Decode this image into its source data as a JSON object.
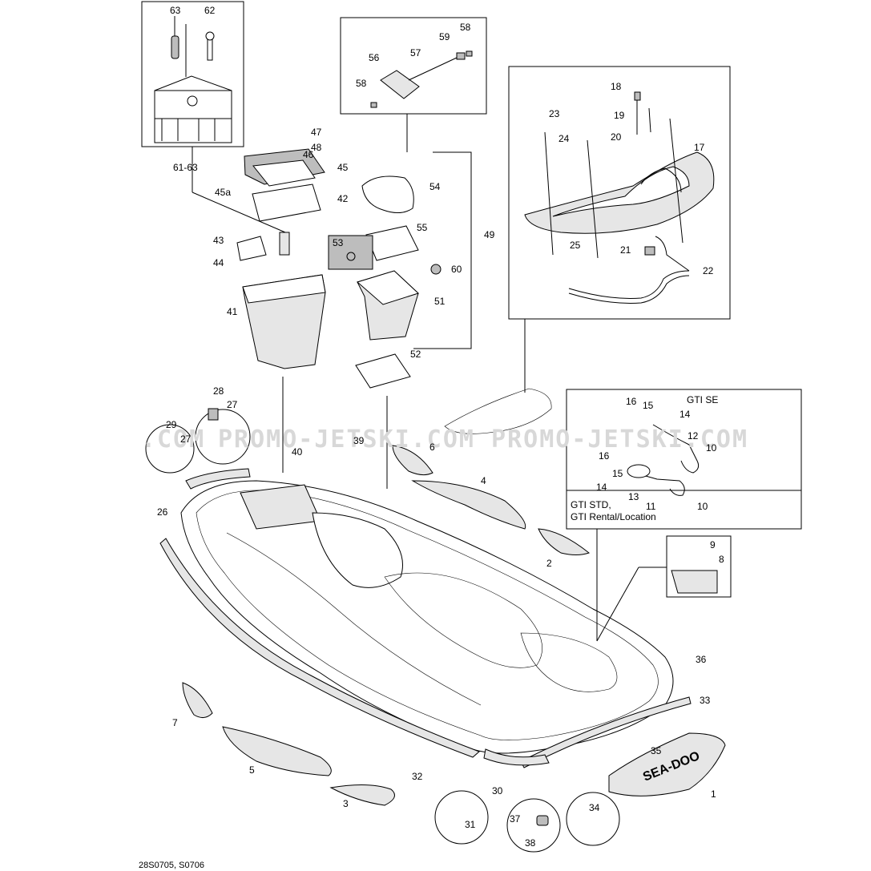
{
  "drawing_code": "28S0705, S0706",
  "watermark": "PROMO-JETSKI.COM PROMO-JETSKI.COM",
  "watermark_left": ".COM",
  "variant_labels": {
    "gti_se": "GTI SE",
    "gti_std_line1": "GTI STD,",
    "gti_std_line2": "GTI Rental/Location"
  },
  "callouts": {
    "c1": "1",
    "c2": "2",
    "c3": "3",
    "c4": "4",
    "c5": "5",
    "c6": "6",
    "c7": "7",
    "c8": "8",
    "c9": "9",
    "c10a": "10",
    "c10b": "10",
    "c11": "11",
    "c12": "12",
    "c13": "13",
    "c14a": "14",
    "c14b": "14",
    "c15a": "15",
    "c15b": "15",
    "c16a": "16",
    "c16b": "16",
    "c17": "17",
    "c18": "18",
    "c19": "19",
    "c20": "20",
    "c21": "21",
    "c22": "22",
    "c23": "23",
    "c24": "24",
    "c25": "25",
    "c26": "26",
    "c27a": "27",
    "c27b": "27",
    "c28": "28",
    "c29": "29",
    "c30": "30",
    "c31": "31",
    "c32": "32",
    "c33": "33",
    "c34": "34",
    "c35": "35",
    "c36": "36",
    "c37": "37",
    "c38": "38",
    "c39": "39",
    "c40": "40",
    "c41": "41",
    "c42": "42",
    "c43": "43",
    "c44": "44",
    "c45": "45",
    "c45a": "45a",
    "c46": "46",
    "c47": "47",
    "c48": "48",
    "c49": "49",
    "c51": "51",
    "c52": "52",
    "c53": "53",
    "c54": "54",
    "c55": "55",
    "c56": "56",
    "c57": "57",
    "c58a": "58",
    "c58b": "58",
    "c59": "59",
    "c60": "60",
    "c61_63": "61-63",
    "c62": "62",
    "c63": "63"
  },
  "hull_logo_text": "SEA-DOO",
  "colors": {
    "ink": "#000000",
    "paper": "#ffffff",
    "watermark": "#d8d8d8"
  }
}
